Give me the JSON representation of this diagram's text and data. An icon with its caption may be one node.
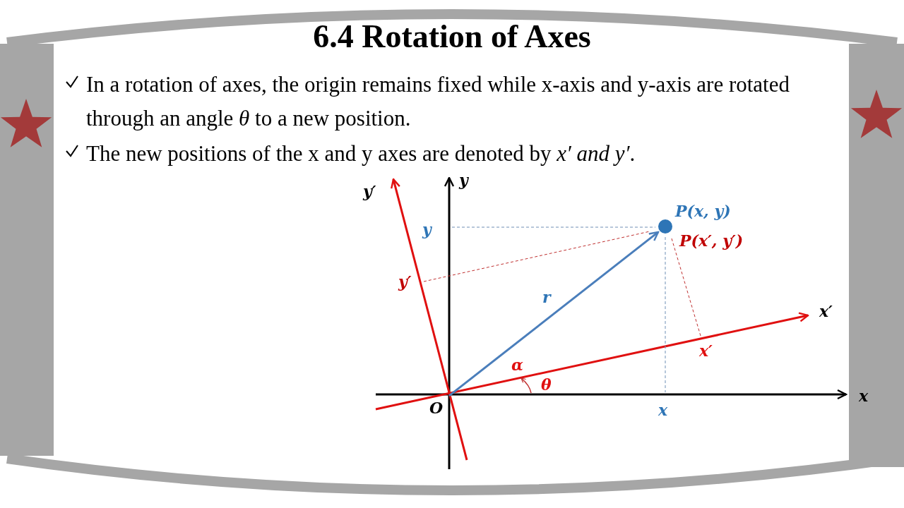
{
  "diagram": {
    "title": "6.4 Rotation of Axes",
    "nodes": [
      {
        "text": [
          "O"
        ]
      },
      {
        "text": [],
        "shape": "circle",
        "beside": [
          "P(x, y)",
          "P(x′, y′)"
        ]
      }
    ],
    "edges": [
      {
        "from": 0,
        "to": 1,
        "arrow": "to",
        "label": "r"
      }
    ],
    "labels": [
      "In a rotation of axes, the origin remains fixed while x-axis and y-axis are rotated through an angle *θ* to a new position.",
      "The new positions of the x and y axes are denoted by *x′ and y′*.",
      "y′",
      "y",
      "y",
      "y′",
      "α",
      "θ",
      "x′",
      "x′",
      "x",
      "x"
    ]
  }
}
